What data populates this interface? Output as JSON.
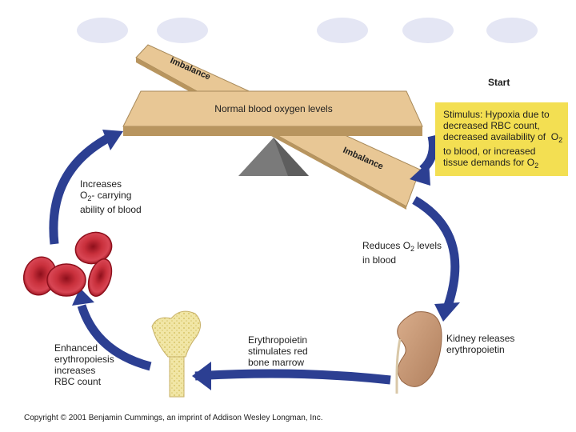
{
  "start_label": "Start",
  "seesaw": {
    "bar_label": "Normal blood oxygen levels",
    "imbalance_top": "Imbalance",
    "imbalance_bottom": "Imbalance"
  },
  "stimulus": {
    "line1": "Stimulus: Hypoxia due to",
    "line2": "decreased RBC count,",
    "line3": "decreased availability of",
    "line3_o": "O",
    "line3_sub": "2",
    "line4": "to blood, or increased",
    "line5": "tissue demands for O",
    "line5_sub": "2"
  },
  "steps": {
    "reduces": {
      "line1a": "Reduces O",
      "sub": "2",
      "line1b": " levels",
      "line2": "in blood"
    },
    "kidney": {
      "line1": "Kidney releases",
      "line2": "erythropoietin"
    },
    "epo": {
      "line1": "Erythropoietin",
      "line2": "stimulates red",
      "line3": "bone marrow"
    },
    "enhanced": {
      "line1": "Enhanced",
      "line2": "erythropoiesis",
      "line3": "increases",
      "line4": "RBC count"
    },
    "increases": {
      "line1": "Increases",
      "line2a": "O",
      "sub": "2",
      "line2b": "- carrying",
      "line3": "ability of blood"
    }
  },
  "copyright": "Copyright © 2001 Benjamin Cummings, an imprint of Addison Wesley Longman, Inc.",
  "colors": {
    "arrow": "#2c3f92",
    "board": "#e8c795",
    "board_edge": "#a88a5a",
    "fulcrum": "#7a7a7a",
    "stimulus_bg": "#f3df52",
    "rbc": "#c0222f",
    "kidney": "#c79a78",
    "bone": "#f1e6a6"
  }
}
